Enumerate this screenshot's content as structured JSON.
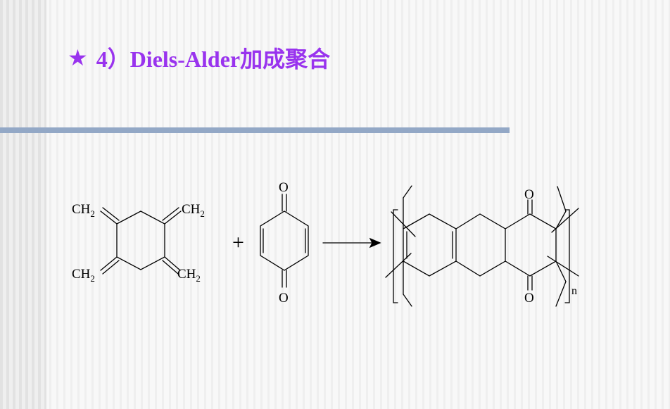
{
  "slide": {
    "star": "★",
    "title": "4）Diels-Alder加成聚合"
  },
  "reaction": {
    "reactant1": {
      "ch2_label": "CH",
      "ch2_subscript": "2"
    },
    "plus": "+",
    "reactant2": {
      "o_top": "O",
      "o_bottom": "O"
    },
    "product": {
      "o_top": "O",
      "o_bottom": "O",
      "repeat_subscript": "n"
    }
  }
}
